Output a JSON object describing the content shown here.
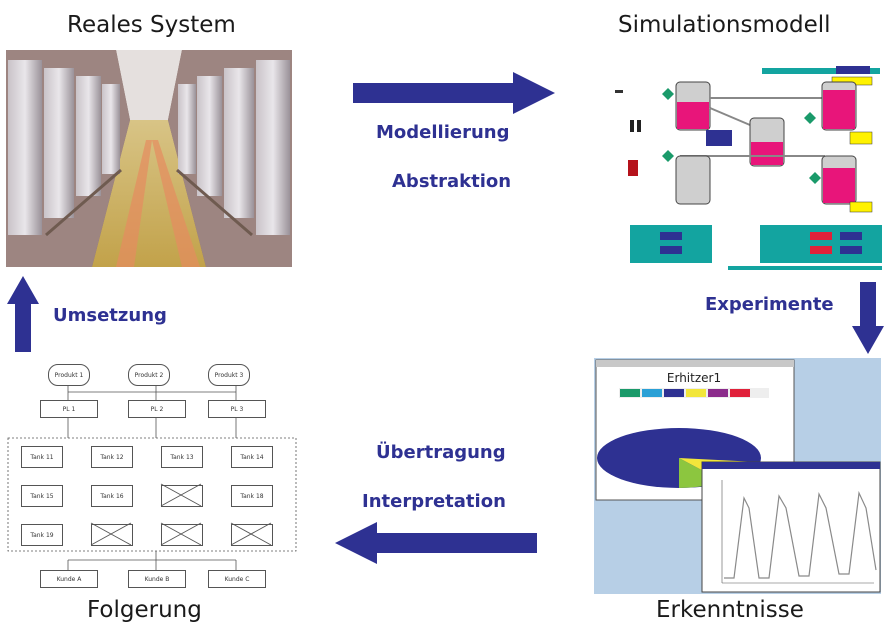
{
  "titles": {
    "reales_system": "Reales System",
    "simulationsmodell": "Simulationsmodell",
    "folgerung": "Folgerung",
    "erkenntnisse": "Erkenntnisse"
  },
  "flows": {
    "top": [
      "Modellierung",
      "Abstraktion"
    ],
    "right": "Experimente",
    "bottom": [
      "Übertragung",
      "Interpretation"
    ],
    "left": "Umsetzung"
  },
  "colors": {
    "arrow": "#2e3192",
    "label": "#2e3192",
    "tank_fill": "#e8157a",
    "diamond": "#1a9a6a",
    "panel_teal": "#13a4a0"
  },
  "erkenntnisse_panel": {
    "chart_title": "Erhitzer1"
  },
  "folgerung_diagram": {
    "produkte": [
      "Produkt 1",
      "Produkt 2",
      "Produkt 3"
    ],
    "plants": [
      "PL 1",
      "PL 2",
      "PL 3"
    ],
    "tanks": [
      [
        "Tank 11",
        "Tank 12",
        "Tank 13",
        "Tank 14"
      ],
      [
        "Tank 15",
        "Tank 16",
        "",
        "Tank 18"
      ],
      [
        "Tank 19",
        "",
        "",
        ""
      ]
    ],
    "kunden": [
      "Kunde A",
      "Kunde B",
      "Kunde C"
    ]
  }
}
